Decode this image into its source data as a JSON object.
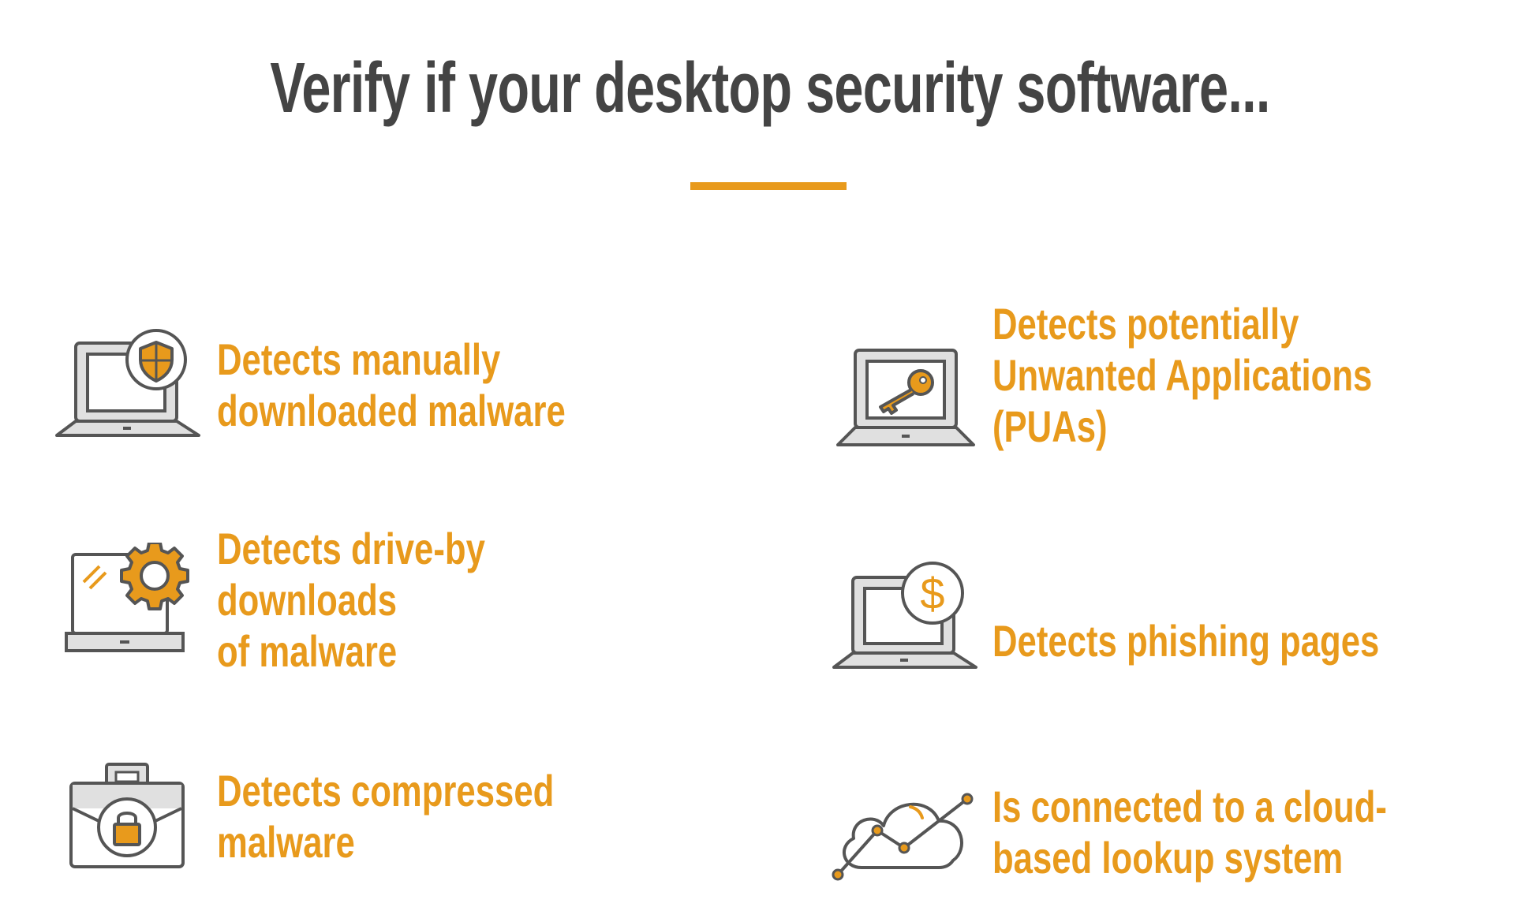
{
  "page": {
    "title": "Verify if your desktop security software...",
    "accent_color": "#e89a1c",
    "title_color": "#444444",
    "icon_stroke_color": "#555555",
    "icon_fill_color": "#e0e0e0"
  },
  "features": [
    {
      "label": "Detects manually\ndownloaded malware",
      "icon": "laptop-shield-icon"
    },
    {
      "label": "Detects potentially\nUnwanted Applications\n(PUAs)",
      "icon": "laptop-key-icon"
    },
    {
      "label": "Detects drive-by downloads\nof malware",
      "icon": "laptop-gear-icon"
    },
    {
      "label": "Detects phishing pages",
      "icon": "laptop-dollar-icon"
    },
    {
      "label": "Detects compressed\nmalware",
      "icon": "briefcase-lock-icon"
    },
    {
      "label": "Is connected to a cloud-\nbased lookup system",
      "icon": "cloud-chart-icon"
    }
  ]
}
